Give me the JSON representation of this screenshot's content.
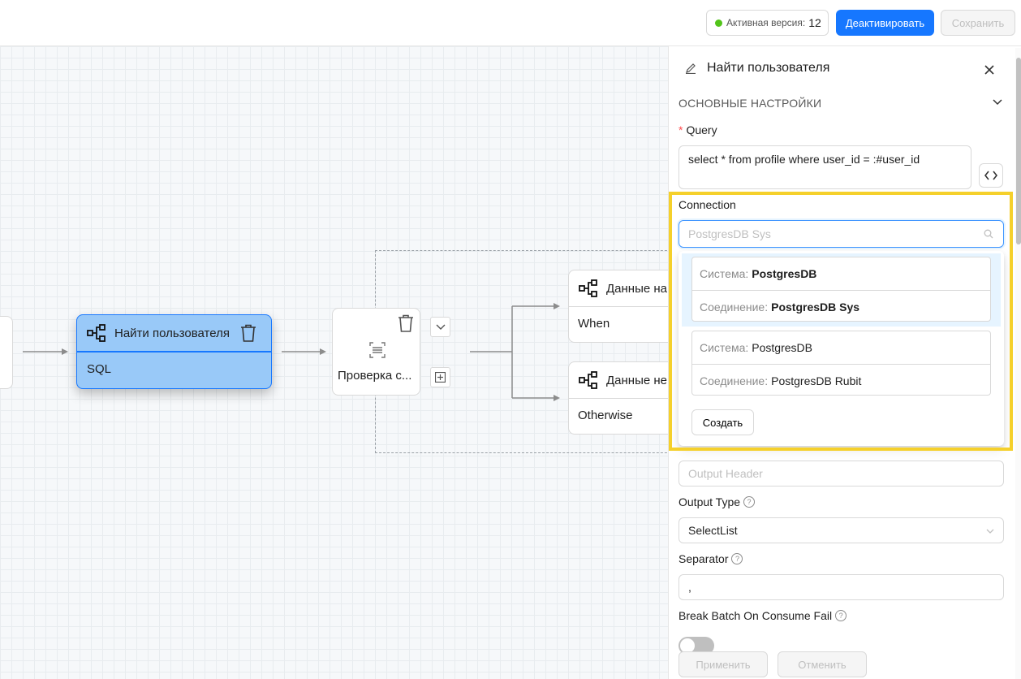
{
  "topbar": {
    "version_label": "Активная версия:",
    "version_number": "12",
    "deactivate_label": "Деактивировать",
    "save_label": "Сохранить"
  },
  "canvas": {
    "sql_node": {
      "title": "Найти пользователя",
      "type": "SQL"
    },
    "check_node": {
      "label": "Проверка с..."
    },
    "branch_when": {
      "title": "Данные на",
      "condition": "When"
    },
    "branch_otherwise": {
      "title": "Данные не",
      "condition": "Otherwise"
    }
  },
  "panel": {
    "title": "Найти пользователя",
    "section_title": "ОСНОВНЫЕ НАСТРОЙКИ",
    "query_label": "Query",
    "query_value": "select * from profile where user_id = :#user_id",
    "connection_label": "Connection",
    "connection_placeholder": "PostgresDB Sys",
    "options": [
      {
        "system_key": "Система:",
        "system_value": "PostgresDB",
        "conn_key": "Соединение:",
        "conn_value": "PostgresDB Sys"
      },
      {
        "system_key": "Система:",
        "system_value": "PostgresDB",
        "conn_key": "Соединение:",
        "conn_value": "PostgresDB Rubit"
      }
    ],
    "create_label": "Создать",
    "output_header_placeholder": "Output Header",
    "output_type_label": "Output Type",
    "output_type_value": "SelectList",
    "separator_label": "Separator",
    "separator_value": ",",
    "break_batch_label": "Break Batch On Consume Fail",
    "apply_label": "Применить",
    "cancel_label": "Отменить"
  },
  "colors": {
    "accent": "#1677ff",
    "active_dot": "#52c41a",
    "highlight": "#f5d02b"
  }
}
